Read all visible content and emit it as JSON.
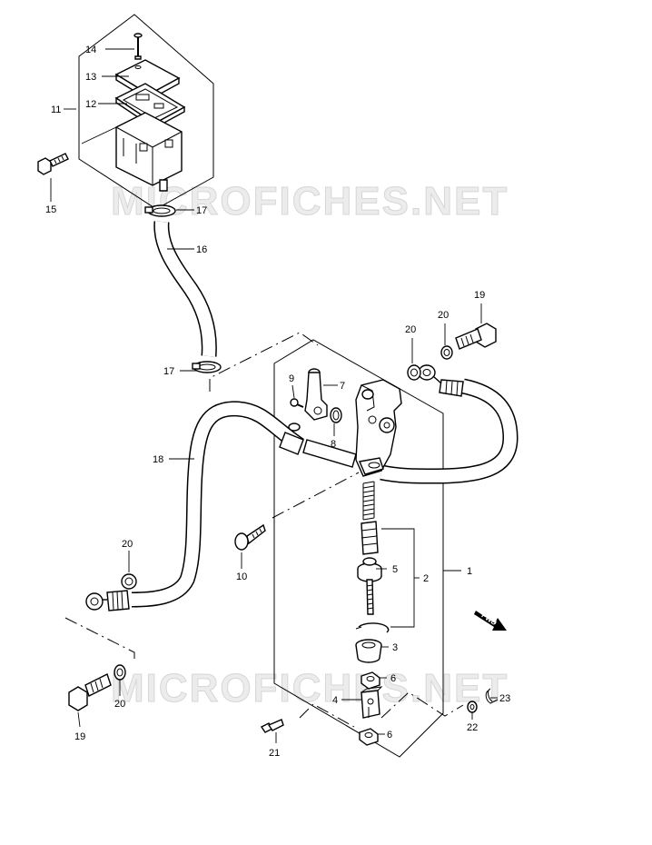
{
  "watermarks": [
    "MICROFICHES.NET",
    "MICROFICHES.NET"
  ],
  "direction_label": "FWD",
  "callouts": {
    "c1": "1",
    "c2": "2",
    "c3": "3",
    "c4": "4",
    "c5": "5",
    "c6a": "6",
    "c6b": "6",
    "c7": "7",
    "c8": "8",
    "c9": "9",
    "c10": "10",
    "c11": "11",
    "c12": "12",
    "c13": "13",
    "c14": "14",
    "c15": "15",
    "c16": "16",
    "c17a": "17",
    "c17b": "17",
    "c18": "18",
    "c19a": "19",
    "c19b": "19",
    "c20a": "20",
    "c20b": "20",
    "c20c": "20",
    "c20d": "20",
    "c21": "21",
    "c22": "22",
    "c23": "23"
  }
}
